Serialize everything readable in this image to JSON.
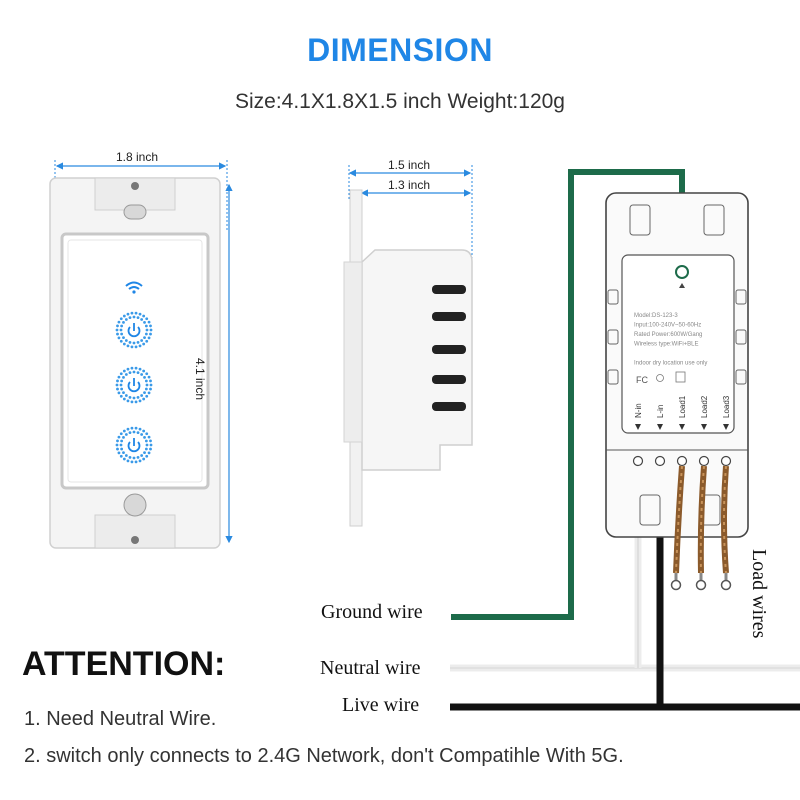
{
  "header": {
    "title": "DIMENSION",
    "subtitle": "Size:4.1X1.8X1.5 inch Weight:120g"
  },
  "front_view": {
    "width_label": "1.8 inch",
    "height_label": "4.1 inch",
    "buttons": 3
  },
  "side_view": {
    "depth_outer_label": "1.5 inch",
    "depth_inner_label": "1.3 inch"
  },
  "module": {
    "label_lines": [
      "Model:DS-123-3",
      "Input:100-240V~50-60Hz",
      "Rated Power:600W/Gang",
      "Wireless type:WiFi+BLE",
      "",
      "Indoor dry location use only"
    ],
    "marks": "FC",
    "terminals": [
      "N-in",
      "L-in",
      "Load1",
      "Load2",
      "Load3"
    ]
  },
  "wiring": {
    "ground_label": "Ground wire",
    "neutral_label": "Neutral wire",
    "live_label": "Live wire",
    "load_label": "Load wires",
    "colors": {
      "ground": "#1d6b4a",
      "neutral": "#f2f2f2",
      "live": "#111111",
      "load": "#8b5a2b"
    }
  },
  "attention": {
    "heading": "ATTENTION:",
    "notes": [
      "1. Need Neutral Wire.",
      "2. switch only connects to 2.4G Network, don't Compatihle With 5G."
    ]
  }
}
